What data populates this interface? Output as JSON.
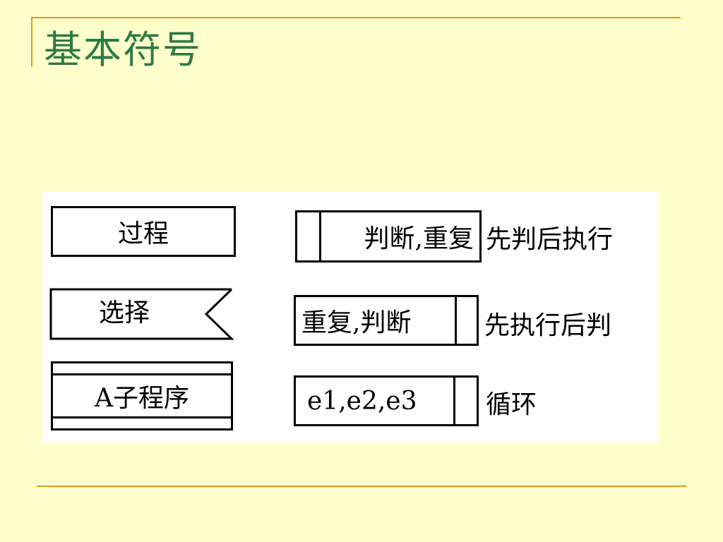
{
  "slide": {
    "title": "基本符号",
    "background": "#ffffcc",
    "title_color": "#2f7a46",
    "accent_line": "#d4a017"
  },
  "symbols": {
    "process": {
      "label": "过程"
    },
    "selection": {
      "label": "选择"
    },
    "subroutine": {
      "label": "A子程序"
    },
    "loop_test_first": {
      "label": "判断,重复",
      "description": "先判后执行"
    },
    "loop_test_last": {
      "label": "重复,判断",
      "description": "先执行后判"
    },
    "loop_iterate": {
      "label": "e1,e2,e3",
      "description": "循环"
    }
  }
}
